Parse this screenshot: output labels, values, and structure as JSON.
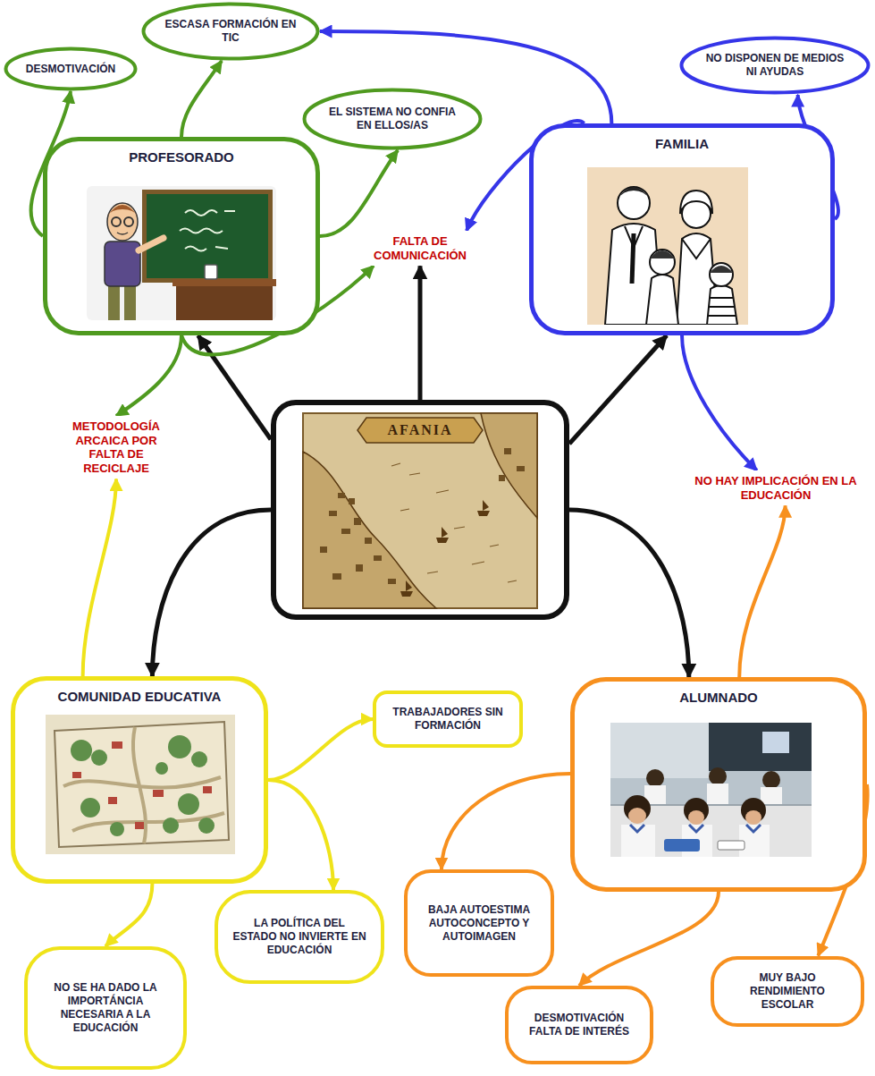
{
  "diagram": {
    "nodes": [
      {
        "text": [
          "AFANIA"
        ]
      },
      {
        "text": [
          "PROFESORADO"
        ]
      },
      {
        "text": [
          "DESMOTIVACIÓN"
        ]
      },
      {
        "text": [
          "ESCASA FORMACIÓN EN TIC"
        ]
      },
      {
        "text": [
          "EL SISTEMA NO CONFIA EN ELLOS/AS"
        ]
      },
      {
        "text": [
          "FAMILIA"
        ]
      },
      {
        "text": [
          "NO DISPONEN DE MEDIOS NI AYUDAS"
        ]
      },
      {
        "text": [
          "FALTA DE COMUNICACIÓN"
        ]
      },
      {
        "text": [
          "METODOLOGÍA ARCAICA POR FALTA DE RECICLAJE"
        ]
      },
      {
        "text": [
          "NO HAY IMPLICACIÓN EN LA EDUCACIÓN"
        ]
      },
      {
        "text": [
          "COMUNIDAD EDUCATIVA"
        ]
      },
      {
        "text": [
          "TRABAJADORES SIN FORMACIÓN"
        ]
      },
      {
        "text": [
          "LA POLÍTICA DEL ESTADO NO INVIERTE EN EDUCACIÓN"
        ]
      },
      {
        "text": [
          "NO SE HA DADO LA IMPORTÁNCIA NECESARIA A LA EDUCACIÓN"
        ]
      },
      {
        "text": [
          "ALUMNADO"
        ]
      },
      {
        "text": [
          "BAJA AUTOESTIMA AUTOCONCEPTO Y AUTOIMAGEN"
        ]
      },
      {
        "text": [
          "DESMOTIVACIÓN FALTA DE INTERÉS"
        ]
      },
      {
        "text": [
          "MUY BAJO RENDIMIENTO ESCOLAR"
        ]
      }
    ],
    "edges": [
      {
        "from": 0,
        "to": 1,
        "arrow": "to"
      },
      {
        "from": 0,
        "to": 7,
        "arrow": "to"
      },
      {
        "from": 0,
        "to": 5,
        "arrow": "to"
      },
      {
        "from": 0,
        "to": 10,
        "arrow": "to"
      },
      {
        "from": 0,
        "to": 14,
        "arrow": "to"
      },
      {
        "from": 1,
        "to": 2,
        "arrow": "to"
      },
      {
        "from": 1,
        "to": 3,
        "arrow": "to"
      },
      {
        "from": 1,
        "to": 4,
        "arrow": "to"
      },
      {
        "from": 1,
        "to": 7,
        "arrow": "to"
      },
      {
        "from": 1,
        "to": 8,
        "arrow": "to"
      },
      {
        "from": 5,
        "to": 3,
        "arrow": "to"
      },
      {
        "from": 5,
        "to": 7,
        "arrow": "to"
      },
      {
        "from": 5,
        "to": 6,
        "arrow": "to"
      },
      {
        "from": 5,
        "to": 9,
        "arrow": "to"
      },
      {
        "from": 10,
        "to": 8,
        "arrow": "to"
      },
      {
        "from": 10,
        "to": 11,
        "arrow": "to"
      },
      {
        "from": 10,
        "to": 12,
        "arrow": "to"
      },
      {
        "from": 10,
        "to": 13,
        "arrow": "to"
      },
      {
        "from": 14,
        "to": 9,
        "arrow": "to"
      },
      {
        "from": 14,
        "to": 15,
        "arrow": "to"
      },
      {
        "from": 14,
        "to": 16,
        "arrow": "to"
      },
      {
        "from": 14,
        "to": 17,
        "arrow": "to"
      }
    ]
  }
}
